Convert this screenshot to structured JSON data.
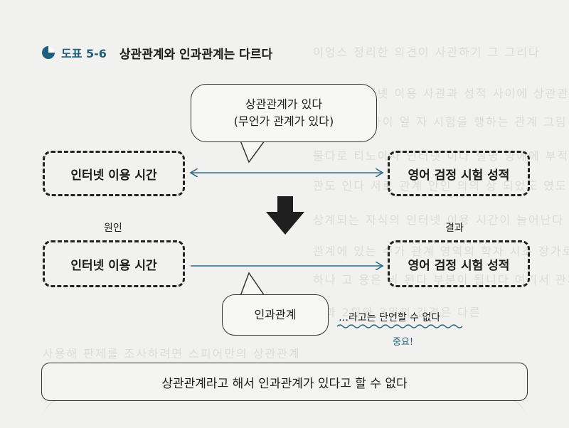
{
  "header": {
    "figure_label": "도표 5-6",
    "title": "상관관계와 인과관계는 다르다"
  },
  "top": {
    "bubble_line1": "상관관계가 있다",
    "bubble_line2": "(무언가 관계가 있다)",
    "left_box": "인터넷 이용 시간",
    "right_box": "영어 검정 시험 성적"
  },
  "bottom": {
    "cause_label": "원인",
    "effect_label": "결과",
    "left_box": "인터넷 이용 시간",
    "right_box": "영어 검정 시험 성적",
    "bubble": "인과관계",
    "note": "…라고는 단언할 수 없다",
    "important": "중요!"
  },
  "summary": "상관관계라고 해서 인과관계가 있다고 할 수 없다",
  "colors": {
    "accent": "#1f5e7d",
    "arrow": "#2b6a86",
    "wave": "#2b6a86"
  },
  "icons": {
    "figure": "pie-icon",
    "down_arrow": "down-arrow-icon"
  }
}
